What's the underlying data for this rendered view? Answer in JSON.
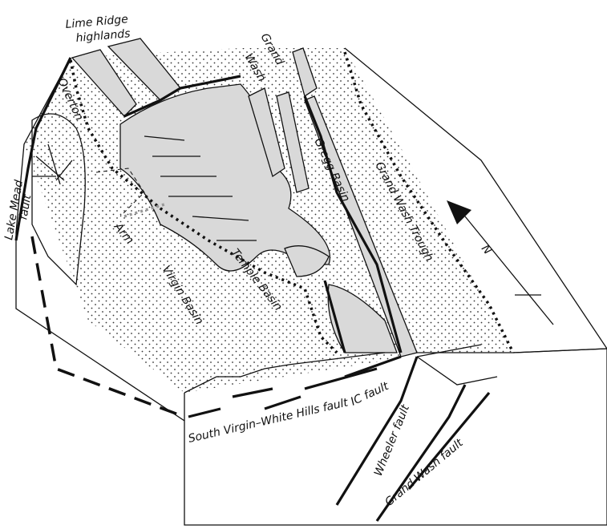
{
  "labels": {
    "lime_ridge": [
      "Lime Ridge",
      "highlands"
    ],
    "grand_wash": [
      "Grand",
      "Wash"
    ],
    "overton_arm": [
      "Overton",
      "Arm"
    ],
    "lake_mead_fault": [
      "Lake Mead",
      "fault"
    ],
    "gregg_basin": "Gregg Basin",
    "grand_wash_trough": "Grand Wash Trough",
    "temple_basin": "Temple Basin",
    "virgin_basin": "Virgin Basin",
    "south_virgin_fault": "South Virgin–White Hills fault",
    "ic_fault": "IC fault",
    "wheeler_fault": "Wheeler fault",
    "grand_wash_fault": "Grand Wash fault",
    "north_arrow": "N"
  },
  "colors": {
    "bedrock_fill": "#d9d9d9",
    "line": "#111111"
  }
}
